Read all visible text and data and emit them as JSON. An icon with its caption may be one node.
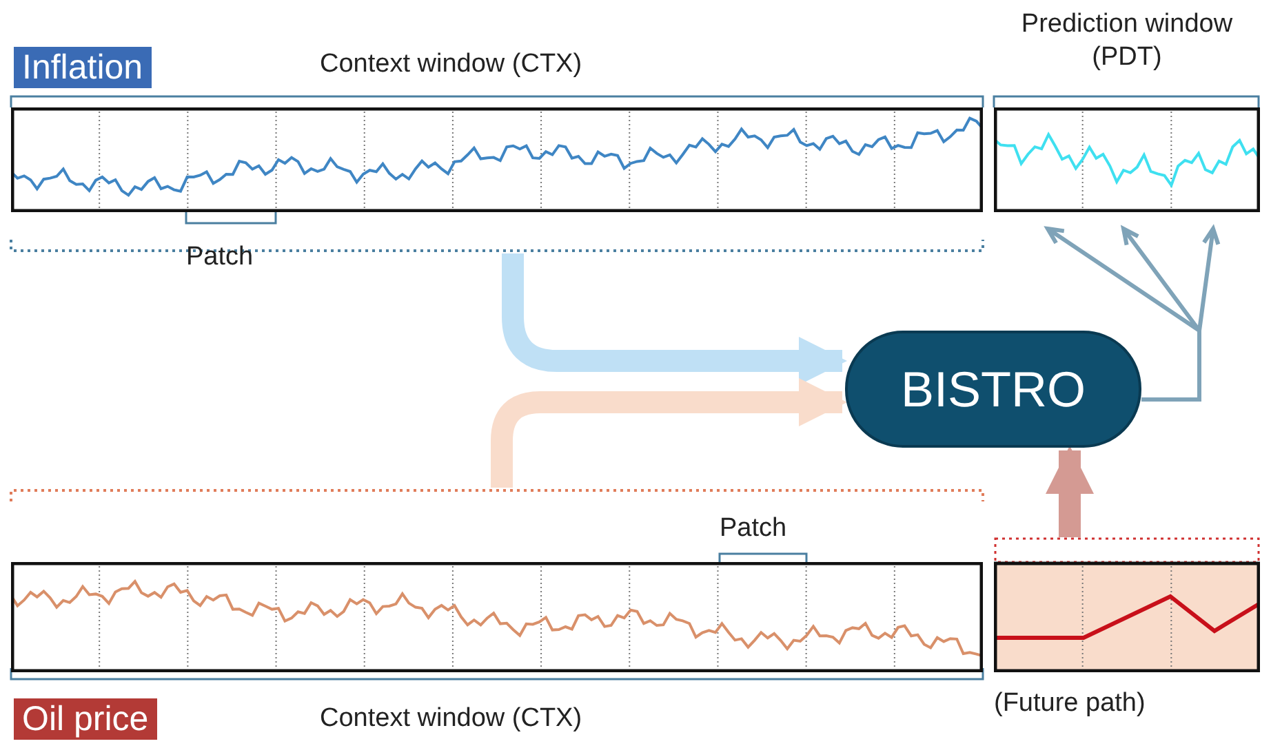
{
  "diagram": {
    "nodes": [
      {
        "text": [
          "Inflation"
        ]
      },
      {
        "text": [
          "Prediction window (PDT)"
        ]
      },
      {
        "text": [
          "BISTRO"
        ]
      },
      {
        "text": [
          "Oil price"
        ]
      },
      {
        "text": [
          "(Future path)"
        ]
      }
    ],
    "edges": [
      {
        "from": 0,
        "to": 2,
        "arrow": "to",
        "color": "#bfe0f5"
      },
      {
        "from": 3,
        "to": 2,
        "arrow": "to",
        "color": "#f9dccb"
      },
      {
        "from": 4,
        "to": 2,
        "arrow": "to",
        "color": "#d49a93"
      },
      {
        "from": 2,
        "to": 1,
        "arrow": "to"
      }
    ],
    "labels": [
      "Context window (CTX)",
      "Patch",
      "Patch",
      "Context window (CTX)"
    ]
  }
}
